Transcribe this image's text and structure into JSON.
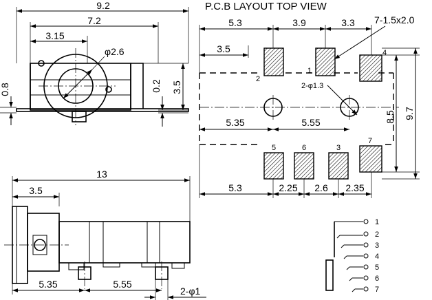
{
  "front_view": {
    "dims": {
      "width": "9.2",
      "inner_width": "7.2",
      "center_offset": "3.15",
      "hole_dia": "φ2.6",
      "left_height": "0.8",
      "small_gap": "0.2",
      "height": "3.5"
    }
  },
  "pcb_layout": {
    "title": "P.C.B LAYOUT TOP VIEW",
    "pad_size": "7-1.5x2.0",
    "hole_callout": "2-φ1.3",
    "dims": {
      "top_left": "5.3",
      "top_mid": "3.9",
      "top_right": "3.3",
      "left_offset": "3.5",
      "hole_left": "5.35",
      "hole_right": "5.55",
      "height_mid": "8.5",
      "height_total": "9.7",
      "bottom_left": "5.3",
      "bottom_1": "2.25",
      "bottom_2": "2.6",
      "bottom_3": "2.35"
    },
    "pins": [
      "1",
      "2",
      "3",
      "4",
      "5",
      "6",
      "7"
    ]
  },
  "side_view": {
    "dims": {
      "length": "13",
      "front_offset": "3.5",
      "post_left": "5.35",
      "post_right": "5.55",
      "post_dia": "2-φ1"
    }
  },
  "schematic": {
    "pins": [
      "1",
      "2",
      "3",
      "4",
      "5",
      "6",
      "7"
    ]
  }
}
